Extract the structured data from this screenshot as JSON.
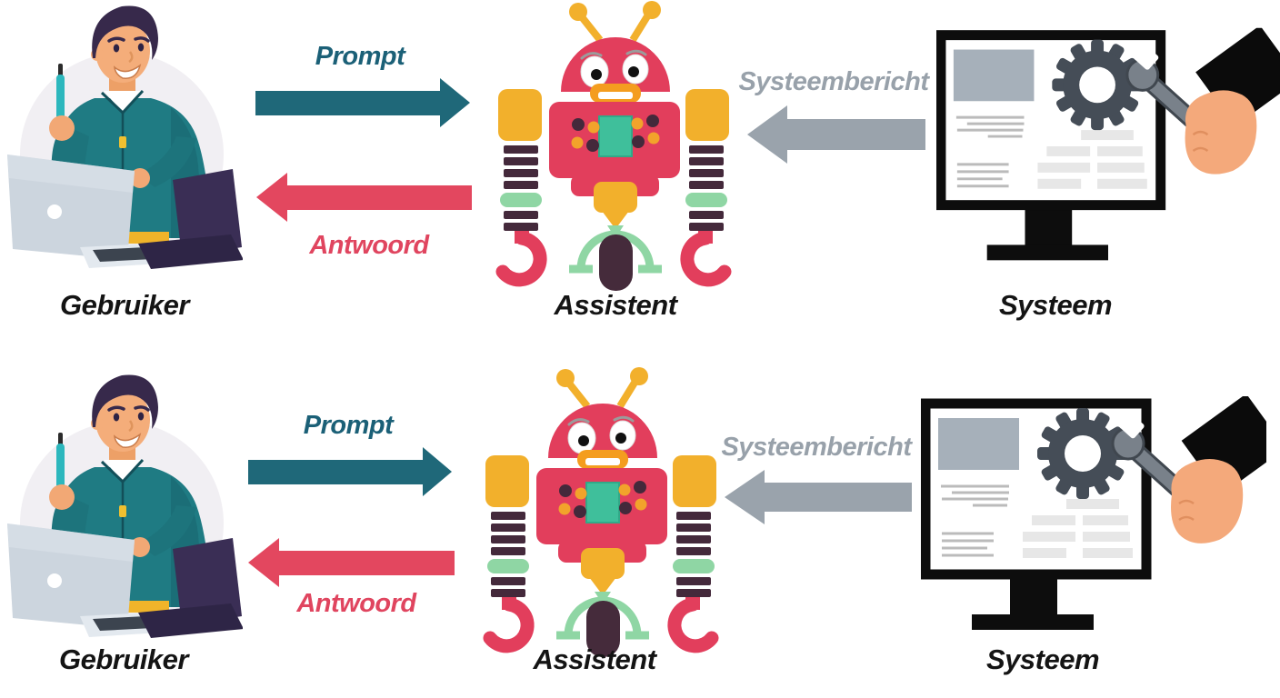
{
  "diagram": {
    "rows": [
      {
        "user_label": "Gebruiker",
        "assistant_label": "Assistent",
        "system_label": "Systeem",
        "prompt_label": "Prompt",
        "answer_label": "Antwoord",
        "system_message_label": "Systeembericht"
      },
      {
        "user_label": "Gebruiker",
        "assistant_label": "Assistent",
        "system_label": "Systeem",
        "prompt_label": "Prompt",
        "answer_label": "Antwoord",
        "system_message_label": "Systeembericht"
      }
    ],
    "arrows": {
      "prompt": {
        "direction": "right",
        "from": "Gebruiker",
        "to": "Assistent",
        "color": "#1f6879"
      },
      "answer": {
        "direction": "left",
        "from": "Assistent",
        "to": "Gebruiker",
        "color": "#e3475f"
      },
      "system_message": {
        "direction": "left",
        "from": "Systeem",
        "to": "Assistent",
        "color": "#9aa3ac"
      }
    },
    "colors": {
      "background": "#ffffff",
      "prompt_text": "#1b6077",
      "answer_text": "#e0455f",
      "system_message_text": "#98a1aa",
      "entity_text": "#141414",
      "robot_body": "#e23e5c",
      "robot_yellow": "#f2b02c",
      "robot_green": "#8fd6a4",
      "robot_screen": "#3fbf9b"
    },
    "icons": {
      "user": "person-at-laptop-illustration",
      "assistant": "robot-illustration",
      "system": "monitor-gear-wrench-illustration"
    }
  }
}
